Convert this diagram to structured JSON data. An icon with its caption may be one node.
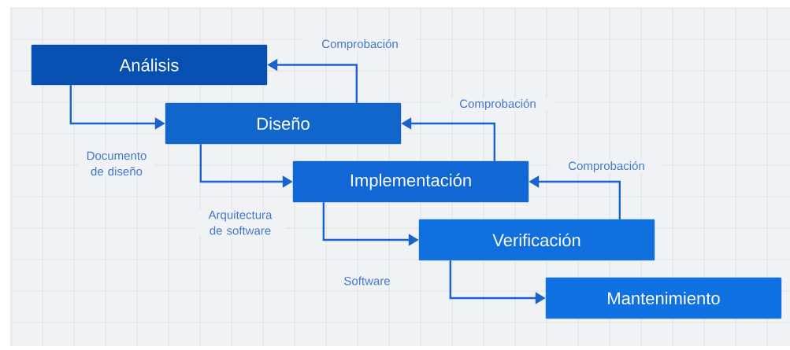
{
  "diagram": {
    "nodes": [
      {
        "text": [
          "Análisis"
        ]
      },
      {
        "text": [
          "Diseño"
        ]
      },
      {
        "text": [
          "Implementación"
        ]
      },
      {
        "text": [
          "Verificación"
        ]
      },
      {
        "text": [
          "Mantenimiento"
        ]
      }
    ],
    "edges": [
      {
        "from": 0,
        "to": 1,
        "arrow": "to",
        "label": "Documento de diseño"
      },
      {
        "from": 1,
        "to": 0,
        "arrow": "to",
        "label": "Comprobación"
      },
      {
        "from": 1,
        "to": 2,
        "arrow": "to",
        "label": "Arquitectura de software"
      },
      {
        "from": 2,
        "to": 1,
        "arrow": "to",
        "label": "Comprobación"
      },
      {
        "from": 2,
        "to": 3,
        "arrow": "to",
        "label": "Software"
      },
      {
        "from": 3,
        "to": 2,
        "arrow": "to",
        "label": "Comprobación"
      },
      {
        "from": 3,
        "to": 4,
        "arrow": "to"
      }
    ]
  }
}
